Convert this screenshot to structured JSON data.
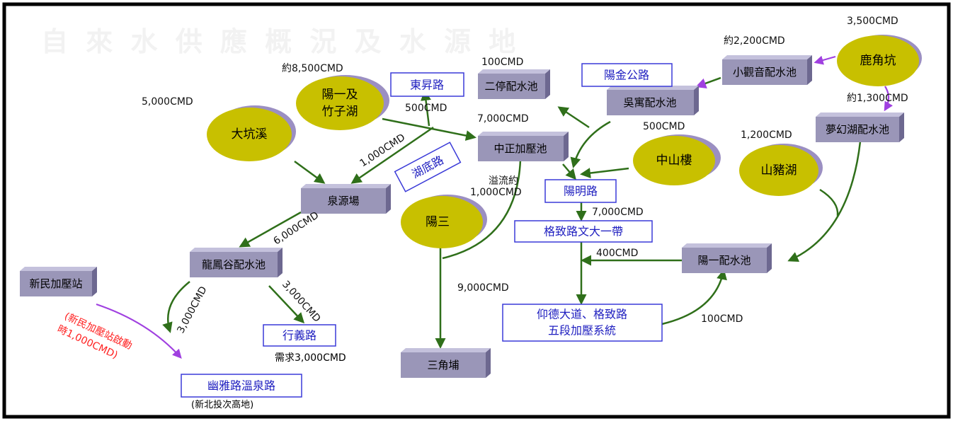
{
  "diagram": {
    "background_title": "自 來 水 供 應 概 況 及 水 源 地",
    "sources": {
      "lugangkeng": "鹿角坑",
      "yangyi_zhuzihu": [
        "陽一及",
        "竹子湖"
      ],
      "dakengxi": "大坑溪",
      "zhongshanlou": "中山樓",
      "shanzhuhu": "山豬湖",
      "yangsan": "陽三"
    },
    "reservoirs": {
      "xiaoguanyin": "小觀音配水池",
      "erting": "二停配水池",
      "wuji": "吳寓配水池",
      "menghuanhu": "夢幻湖配水池",
      "zhongzheng": "中正加壓池",
      "quanyuan": "泉源場",
      "longfenggu": "龍鳳谷配水池",
      "xinmin": "新民加壓站",
      "yangyi": "陽一配水池",
      "sanjiaopu": "三角埔"
    },
    "destinations": {
      "dongsheng": "東昇路",
      "yangjin": "陽金公路",
      "hudi": "湖底路",
      "yangming": "陽明路",
      "gezhi": "格致路文大一帶",
      "yangde": [
        "仰德大道、格致路",
        "五段加壓系統"
      ],
      "xingyi": "行義路",
      "youya": "幽雅路溫泉路"
    },
    "flows": {
      "lugangkeng": "3,500CMD",
      "xiaoguanyin": "約2,200CMD",
      "menghuanhu": "約1,300CMD",
      "erting": "100CMD",
      "yangyi_zhuzihu": "約8,500CMD",
      "dongsheng": "500CMD",
      "zhongzheng": "7,000CMD",
      "dakengxi": "5,000CMD",
      "hudi": "1,000CMD",
      "overflow": [
        "溢流約",
        "1,000CMD"
      ],
      "zhongshanlou": "500CMD",
      "shanzhuhu": "1,200CMD",
      "gezhi": "7,000CMD",
      "yangyi_to_gezhi": "400CMD",
      "quanyuan_to_longfeng": "6,000CMD",
      "sanjiaopu": "9,000CMD",
      "youya": "3,000CMD",
      "xingyi": "3,000CMD",
      "yangde_to_yangyi": "100CMD"
    },
    "notes": {
      "xinmin_note": [
        "(新民加壓站啟動",
        "時1,000CMD)"
      ],
      "xingyi_demand": "需求3,000CMD",
      "xinbei_highland": "(新北投次高地)"
    }
  }
}
